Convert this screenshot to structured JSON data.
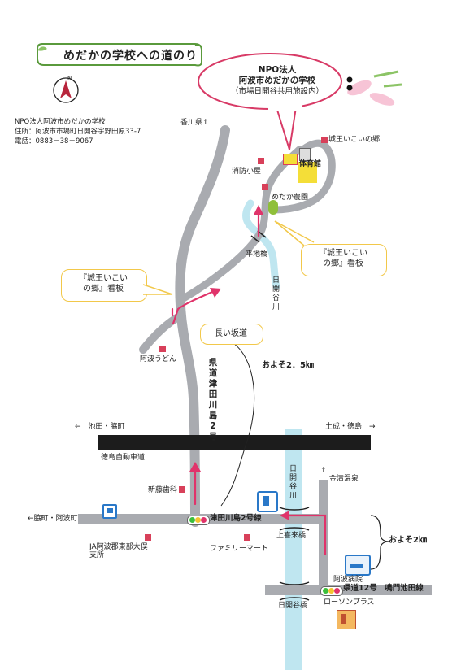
{
  "title": "めだかの学校への道のり",
  "north_mark": "N",
  "org": {
    "name": "NPO法人阿波市めだかの学校",
    "address": "住所：阿波市市場町日開谷字野田原33-7",
    "phone": "電話：0883－38－9067"
  },
  "destination": {
    "line1": "NPO法人",
    "line2": "阿波市めだかの学校",
    "line3": "（市場日開谷共用施設内）"
  },
  "callouts": {
    "sign_upper_1": "『城王いこい",
    "sign_upper_2": "の郷』看板",
    "sign_left_1": "『城王いこい",
    "sign_left_2": "の郷』看板",
    "long_slope": "長い坂道"
  },
  "places": {
    "kagawa": "香川県↑",
    "shobo": "消防小屋",
    "joou": "城王いこいの郷",
    "gym": "体育館",
    "medaka_farm": "めだか農園",
    "hirachi_bridge": "平地橋",
    "udon": "阿波うどん",
    "shinfuji": "新藤歯科",
    "ja_1": "JA阿波郡東部大俣",
    "ja_2": "支所",
    "familymart": "ファミリーマート",
    "kamikiku": "上喜来橋",
    "hospital": "阿波病院",
    "kaikoku_bridge": "日開谷橋",
    "lawson": "ローソンプラス",
    "kanekiyo": "金清温泉"
  },
  "roads": {
    "prefectural_no2": "県道津田川島2号",
    "kaikoku_river_upper": "日開谷川",
    "kaikoku_river_lower": "日開谷川",
    "expressway": "徳島自動車道",
    "ikeda_dir": "←　池田・脇町",
    "tsuchinari_dir": "土成・徳島　→",
    "wakimachi_dir": "←脇町・阿波町",
    "tsuda_line": "津田川島2号線",
    "naruto_line": "県道12号　鳴門池田線",
    "kanekiyo_arrow": "↑"
  },
  "distances": {
    "approx_2_5": "およそ2．5㎞",
    "approx_2": "およそ2㎞"
  },
  "colors": {
    "road": "#a9abb0",
    "river": "#bfe6f0",
    "route_arrow": "#e0336a",
    "expressway": "#1c1c1c",
    "marker": "#d8405a",
    "bubble_border": "#d83a66",
    "callout_border": "#f2c84a",
    "title_banner": "#5a9a3c"
  }
}
